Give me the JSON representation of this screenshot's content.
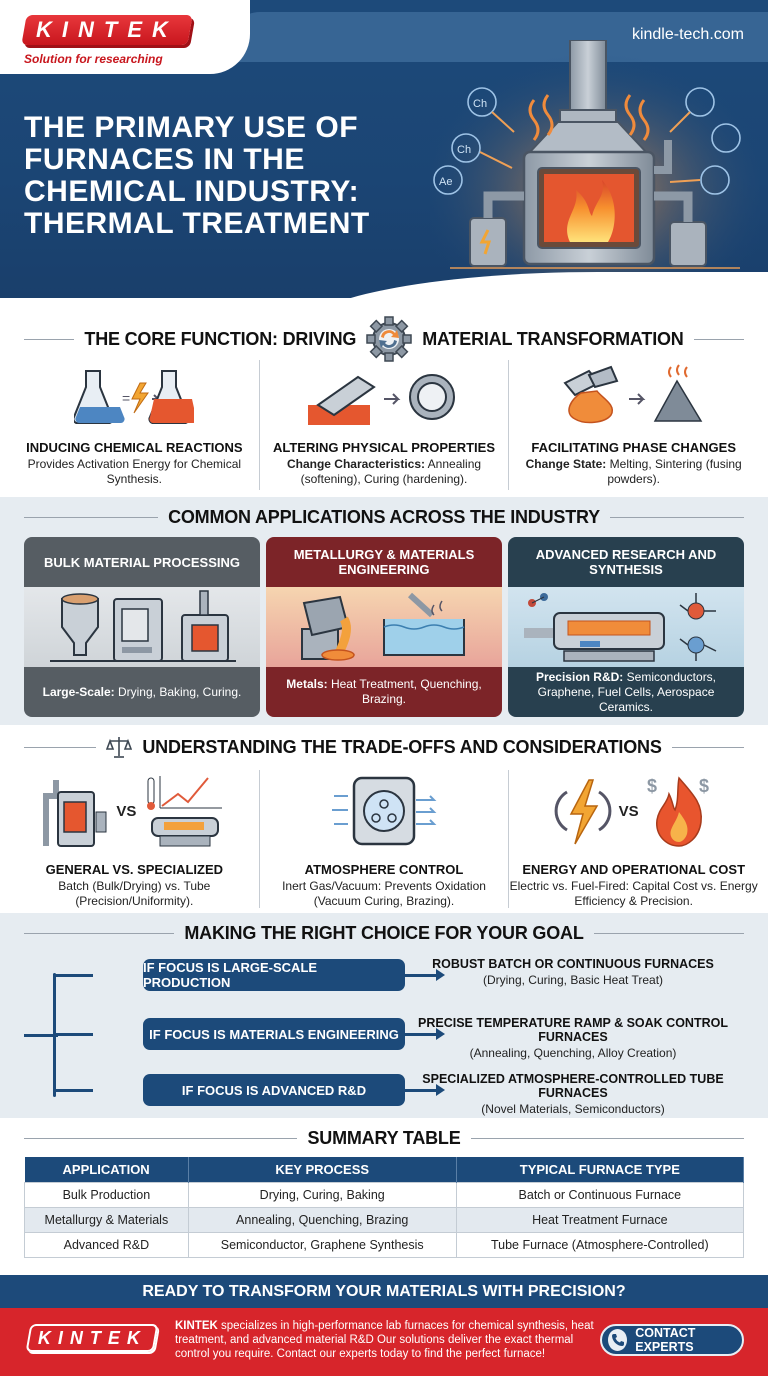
{
  "header": {
    "brand": "KINTEK",
    "tagline": "Solution for researching",
    "site_url": "kindle-tech.com",
    "title": "THE PRIMARY USE OF FURNACES IN THE CHEMICAL INDUSTRY: THERMAL TREATMENT",
    "illustration": "furnace-with-flame-icon"
  },
  "core_function": {
    "heading_left": "THE CORE FUNCTION: DRIVING",
    "heading_right": "MATERIAL TRANSFORMATION",
    "heading_icon": "gear-cycle-icon",
    "items": [
      {
        "icon": "flask-reaction-icon",
        "title": "INDUCING CHEMICAL REACTIONS",
        "label": "",
        "desc": "Provides Activation Energy for Chemical Synthesis."
      },
      {
        "icon": "metal-bar-to-gear-icon",
        "title": "ALTERING PHYSICAL PROPERTIES",
        "label": "Change Characteristics:",
        "desc": " Annealing (softening), Curing (hardening)."
      },
      {
        "icon": "melt-to-powder-icon",
        "title": "FACILITATING PHASE CHANGES",
        "label": "Change State:",
        "desc": " Melting, Sintering (fusing powders)."
      }
    ]
  },
  "applications": {
    "heading": "COMMON APPLICATIONS ACROSS THE INDUSTRY",
    "cards": [
      {
        "title": "BULK MATERIAL PROCESSING",
        "label": "Large-Scale:",
        "desc": " Drying, Baking, Curing.",
        "icon": "industrial-ovens-icon",
        "color": "#565d63"
      },
      {
        "title": "METALLURGY & MATERIALS ENGINEERING",
        "label": "Metals:",
        "desc": " Heat Treatment, Quenching, Brazing.",
        "icon": "molten-metal-pour-icon",
        "color": "#7c2428"
      },
      {
        "title": "ADVANCED RESEARCH AND SYNTHESIS",
        "label": "Precision R&D:",
        "desc": " Semiconductors, Graphene, Fuel Cells, Aerospace Ceramics.",
        "icon": "tube-furnace-icon",
        "color": "#28404f"
      }
    ]
  },
  "tradeoffs": {
    "heading": "UNDERSTANDING THE TRADE-OFFS AND CONSIDERATIONS",
    "heading_icon": "balance-scale-icon",
    "vs_label": "VS",
    "items": [
      {
        "title": "GENERAL VS. SPECIALIZED",
        "desc": "Batch (Bulk/Drying) vs. Tube (Precision/Uniformity).",
        "icon": "batch-vs-tube-icon"
      },
      {
        "title": "ATMOSPHERE CONTROL",
        "desc": "Inert Gas/Vacuum: Prevents Oxidation (Vacuum Curing, Brazing).",
        "icon": "vacuum-chamber-icon"
      },
      {
        "title": "ENERGY AND OPERATIONAL COST",
        "desc": "Electric vs. Fuel-Fired: Capital Cost vs. Energy Efficiency & Precision.",
        "icon": "electric-vs-fuel-icon"
      }
    ]
  },
  "choice": {
    "heading": "MAKING THE RIGHT CHOICE FOR YOUR GOAL",
    "rows": [
      {
        "condition": "IF FOCUS IS LARGE-SCALE PRODUCTION",
        "result": "ROBUST BATCH OR CONTINUOUS FURNACES",
        "detail": "(Drying, Curing, Basic Heat Treat)"
      },
      {
        "condition": "IF FOCUS IS MATERIALS ENGINEERING",
        "result": "PRECISE TEMPERATURE RAMP & SOAK CONTROL FURNACES",
        "detail": "(Annealing, Quenching, Alloy Creation)"
      },
      {
        "condition": "IF FOCUS IS ADVANCED R&D",
        "result": "SPECIALIZED ATMOSPHERE-CONTROLLED TUBE FURNACES",
        "detail": "(Novel Materials, Semiconductors)"
      }
    ]
  },
  "summary": {
    "heading": "SUMMARY TABLE",
    "columns": [
      "APPLICATION",
      "KEY PROCESS",
      "TYPICAL FURNACE TYPE"
    ],
    "rows": [
      [
        "Bulk Production",
        "Drying, Curing, Baking",
        "Batch or Continuous Furnace"
      ],
      [
        "Metallurgy & Materials",
        "Annealing, Quenching, Brazing",
        "Heat Treatment Furnace"
      ],
      [
        "Advanced R&D",
        "Semiconductor, Graphene Synthesis",
        "Tube Furnace (Atmosphere-Controlled)"
      ]
    ]
  },
  "cta": {
    "banner": "READY TO TRANSFORM YOUR MATERIALS WITH PRECISION?",
    "brand": "KINTEK",
    "brand_bold": "KINTEK",
    "text": " specializes in high-performance lab furnaces for chemical synthesis, heat treatment, and advanced material R&D  Our solutions deliver the exact thermal control you require. Contact our experts today to find the perfect furnace!",
    "button": "CONTACT EXPERTS",
    "button_icon": "phone-icon"
  },
  "colors": {
    "navy": "#1c4a7a",
    "brand_red": "#d7252b",
    "light_bg": "#e6ecf1"
  }
}
